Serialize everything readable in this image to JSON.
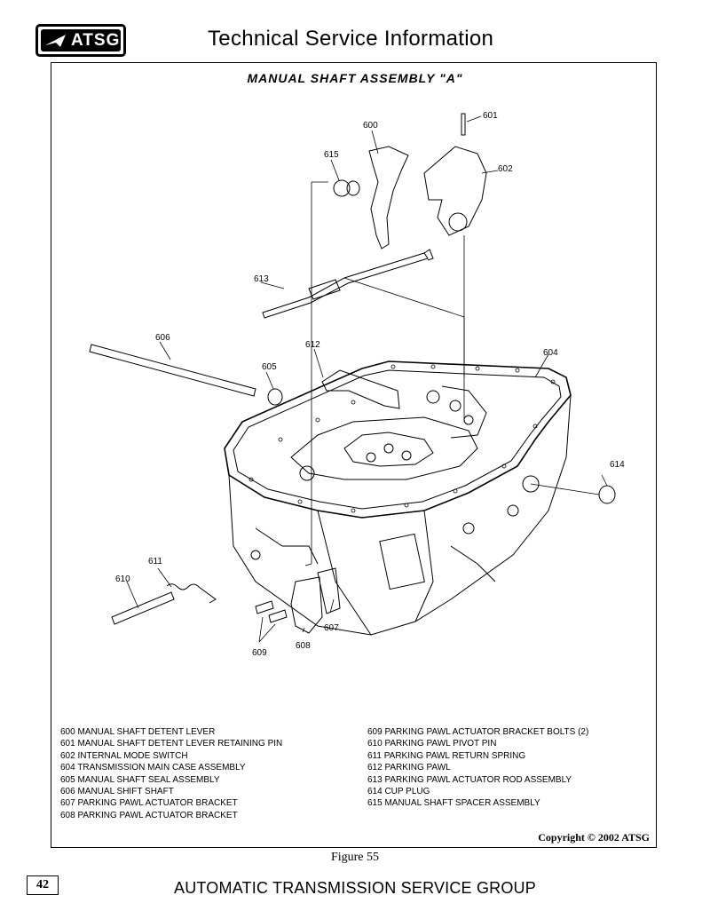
{
  "header": {
    "logo_text": "ATSG",
    "title": "Technical Service Information"
  },
  "figure": {
    "title": "MANUAL SHAFT ASSEMBLY \"A\"",
    "callouts": [
      "600",
      "601",
      "602",
      "604",
      "605",
      "606",
      "607",
      "608",
      "609",
      "610",
      "611",
      "612",
      "613",
      "614",
      "615"
    ]
  },
  "legend": {
    "left": [
      "600 MANUAL SHAFT DETENT LEVER",
      "601 MANUAL SHAFT DETENT LEVER RETAINING PIN",
      "602 INTERNAL MODE SWITCH",
      "604 TRANSMISSION MAIN CASE ASSEMBLY",
      "605 MANUAL SHAFT SEAL ASSEMBLY",
      "606 MANUAL SHIFT SHAFT",
      "607 PARKING PAWL ACTUATOR BRACKET",
      "608 PARKING PAWL ACTUATOR BRACKET"
    ],
    "right": [
      "609 PARKING PAWL ACTUATOR BRACKET BOLTS (2)",
      "610 PARKING PAWL PIVOT PIN",
      "611 PARKING PAWL RETURN SPRING",
      "612 PARKING PAWL",
      "613 PARKING PAWL ACTUATOR ROD ASSEMBLY",
      "614 CUP PLUG",
      "615 MANUAL SHAFT SPACER ASSEMBLY"
    ]
  },
  "copyright": "Copyright © 2002 ATSG",
  "figure_caption": "Figure 55",
  "page_number": "42",
  "footer": "AUTOMATIC TRANSMISSION SERVICE GROUP"
}
